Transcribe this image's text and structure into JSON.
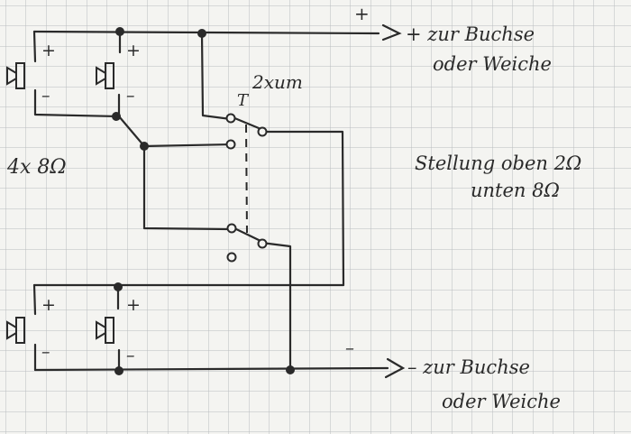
{
  "colors": {
    "paper": "#f4f4f1",
    "grid": "#b9bcbe",
    "ink": "#2a2a2a"
  },
  "labels": {
    "plus_top": "+",
    "dest_top_line1": "+ zur Buchse",
    "dest_top_line2": "oder Weiche",
    "switch_label": "2xum",
    "switch_t": "T",
    "config": "4x 8Ω",
    "setting_line1": "Stellung oben 2Ω",
    "setting_line2": "unten 8Ω",
    "minus_bottom": "–",
    "dest_bottom_line1": "– zur Buchse",
    "dest_bottom_line2": "oder Weiche",
    "spk_plus": "+",
    "spk_minus": "–"
  }
}
